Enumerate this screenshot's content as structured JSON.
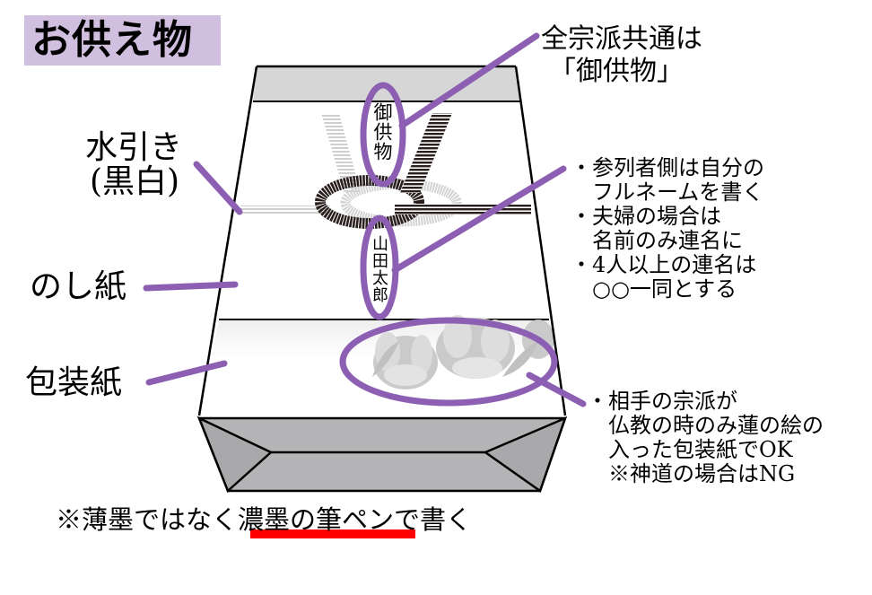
{
  "title": "お供え物",
  "colors": {
    "title_bg": "#d1bfe0",
    "callout": "#8c5fb3",
    "box_top_band": "#d6d6d6",
    "box_bottom": "#b4b4b6",
    "mizuhiki_black": "#2a1f1f",
    "mizuhiki_white": "#d4d4d4",
    "underline": "#ff0000"
  },
  "left_labels": {
    "mizuhiki_line1": "水引き",
    "mizuhiki_line2": "(黒白)",
    "noshi": "のし紙",
    "wrapping": "包装紙"
  },
  "noshi_text": {
    "top": "御供物",
    "name": "山田太郎"
  },
  "callouts": {
    "omote": {
      "line1": "全宗派共通は",
      "line2": "「御供物」"
    },
    "name_notes": [
      "・参列者側は自分の",
      "　フルネームを書く",
      "・夫婦の場合は",
      "　名前のみ連名に",
      "・4人以上の連名は",
      "　○○一同とする"
    ],
    "wrapping_notes": [
      "・相手の宗派が",
      "　仏教の時のみ蓮の絵の",
      "　入った包装紙でOK",
      "　※神道の場合はNG"
    ]
  },
  "bottom_note": {
    "prefix": "※薄墨ではなく",
    "underlined": "濃墨の筆ペン",
    "suffix": "で書く"
  }
}
